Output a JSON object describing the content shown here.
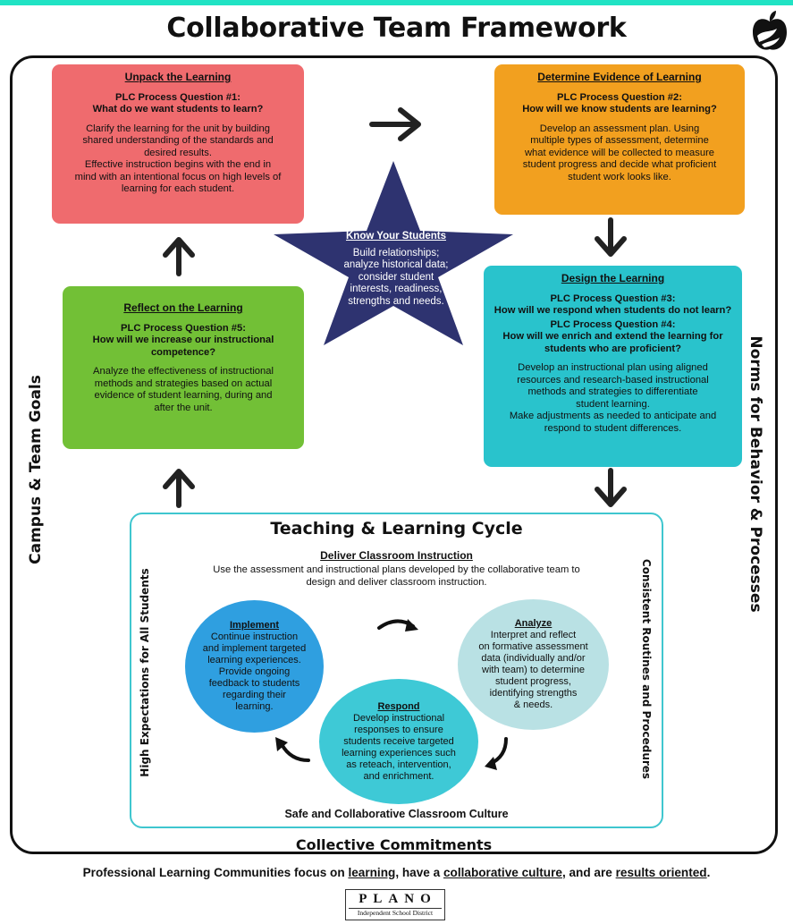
{
  "title": "Collaborative Team Framework",
  "colors": {
    "accent_bar": "#20e3c4",
    "unpack": "#ef6b6e",
    "evidence": "#f2a01f",
    "design": "#29c3cc",
    "reflect": "#72c036",
    "star": "#2e3370",
    "implement": "#2f9fe0",
    "analyze": "#b9e1e4",
    "respond": "#3ec9d6",
    "cycle_border": "#3fc6cf"
  },
  "icons": [
    "apple-icon",
    "arrow-right-icon",
    "arrow-down-icon",
    "arrow-up-icon",
    "curved-arrow-icon"
  ],
  "boxes": {
    "unpack": {
      "heading": "Unpack the Learning",
      "question": "PLC Process Question #1:\nWhat do we want students to learn?",
      "body": "Clarify the learning for the unit by building\nshared understanding of the standards and\ndesired results.\nEffective instruction begins with the end in\nmind with an intentional focus on high levels of\nlearning for each student."
    },
    "evidence": {
      "heading": "Determine Evidence of Learning",
      "question": "PLC Process Question #2:\nHow will we know students are learning?",
      "body": "Develop an assessment plan.  Using\nmultiple types of assessment, determine\nwhat evidence will be collected to measure\nstudent progress and decide what proficient\nstudent work looks like."
    },
    "design": {
      "heading": "Design the Learning",
      "question3": "PLC Process Question #3:\nHow will we respond when students do not learn?",
      "question4": "PLC Process Question #4:\nHow will we enrich and extend the learning for\nstudents who are proficient?",
      "body": "Develop an instructional plan using aligned\nresources and research-based instructional\nmethods and strategies to differentiate\nstudent learning.\nMake adjustments as needed to anticipate and\nrespond to student differences."
    },
    "reflect": {
      "heading": "Reflect on the Learning",
      "question": "PLC Process Question #5:\nHow will we increase our instructional\ncompetence?",
      "body": "Analyze the effectiveness of instructional\nmethods and strategies based on actual\nevidence of student learning, during and\nafter the unit."
    }
  },
  "star": {
    "heading": "Know Your Students",
    "body": "Build relationships;\nanalyze historical data;\nconsider student\ninterests, readiness,\nstrengths and needs."
  },
  "side_labels": {
    "left": "Campus & Team Goals",
    "right": "Norms for Behavior & Processes"
  },
  "cycle": {
    "title": "Teaching & Learning Cycle",
    "deliver_heading": "Deliver Classroom Instruction",
    "deliver_body": "Use the assessment and instructional plans developed by the collaborative team to\ndesign and deliver classroom instruction.",
    "left_label": "High Expectations for All Students",
    "right_label": "Consistent Routines and Procedures",
    "implement": {
      "heading": "Implement",
      "body": "Continue instruction\nand implement targeted\nlearning experiences.\nProvide ongoing\nfeedback to students\nregarding their\nlearning."
    },
    "analyze": {
      "heading": "Analyze",
      "body": "Interpret and reflect\non formative assessment\ndata (individually and/or\nwith team) to determine\nstudent progress,\nidentifying  strengths\n& needs."
    },
    "respond": {
      "heading": "Respond",
      "body": "Develop instructional\nresponses to ensure\nstudents receive targeted\nlearning experiences such\nas reteach, intervention,\nand enrichment."
    },
    "bottom_label": "Safe and Collaborative Classroom Culture"
  },
  "commitments": "Collective Commitments",
  "footer": {
    "prefix": "Professional Learning Communities focus on ",
    "learning": "learning",
    "mid1": ", have a ",
    "culture": "collaborative culture",
    "mid2": ", and are ",
    "results": "results oriented",
    "end": "."
  },
  "logo": {
    "name": "PLANO",
    "district": "Independent School District"
  }
}
